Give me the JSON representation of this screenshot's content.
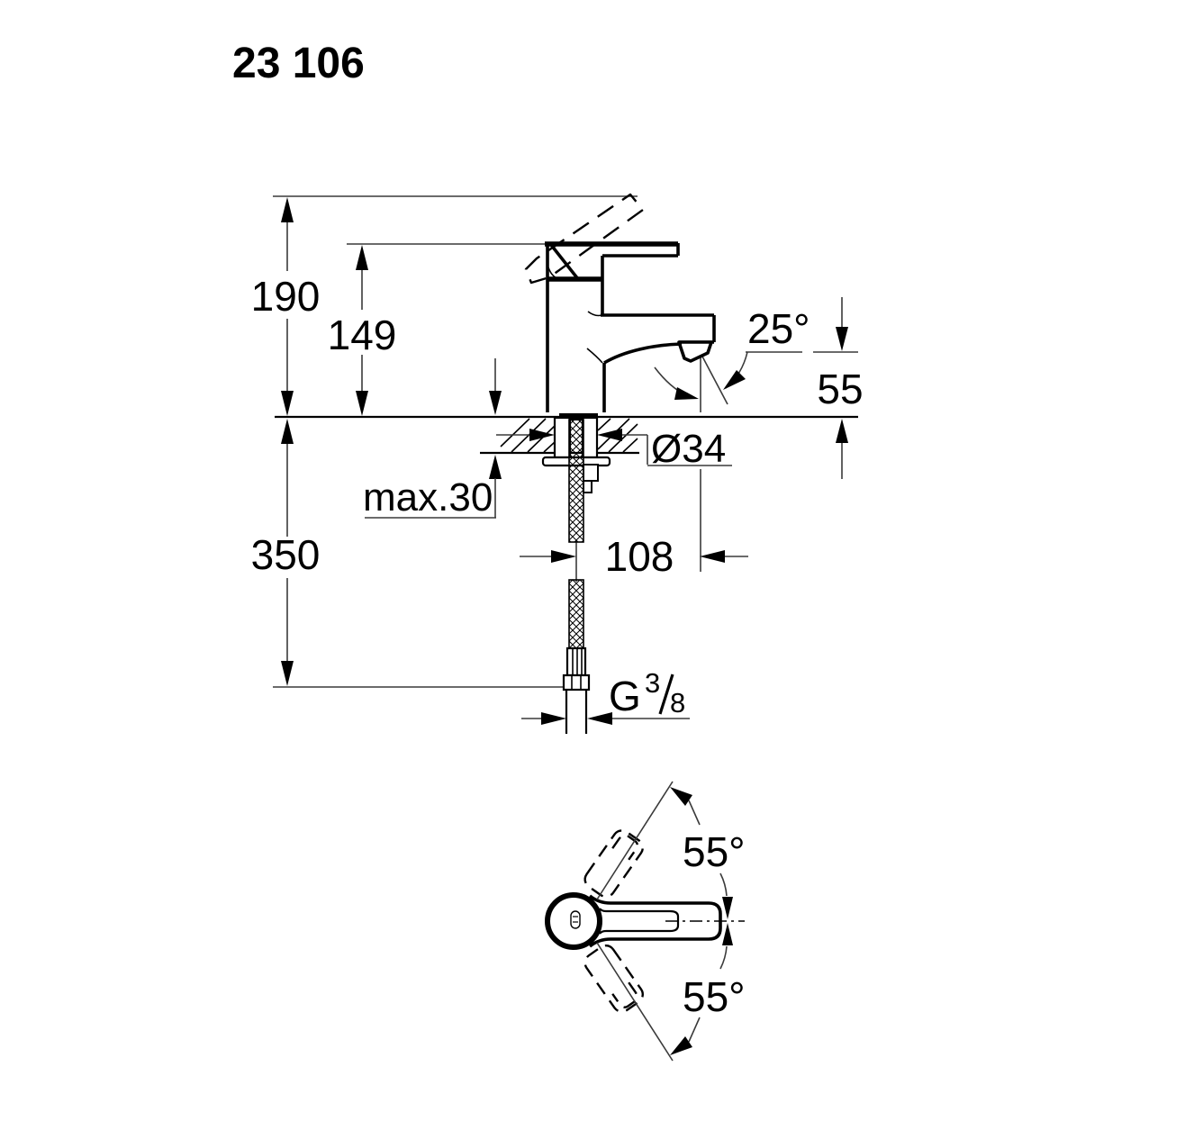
{
  "title": "23 106",
  "colors": {
    "line": "#000000",
    "dim_line": "#3a3a3a",
    "background": "#ffffff"
  },
  "side_view": {
    "dim_total_height": "190",
    "dim_body_height": "149",
    "dim_spout_angle": "25°",
    "dim_spout_height": "55",
    "dim_hole_diameter": "Ø34",
    "dim_max_deck_thickness": "max.30",
    "dim_hose_length": "350",
    "dim_spout_reach": "108",
    "thread": {
      "g": "G",
      "numerator": "3",
      "denominator": "8"
    }
  },
  "bottom_view": {
    "dim_swing_upper": "55°",
    "dim_swing_lower": "55°"
  }
}
